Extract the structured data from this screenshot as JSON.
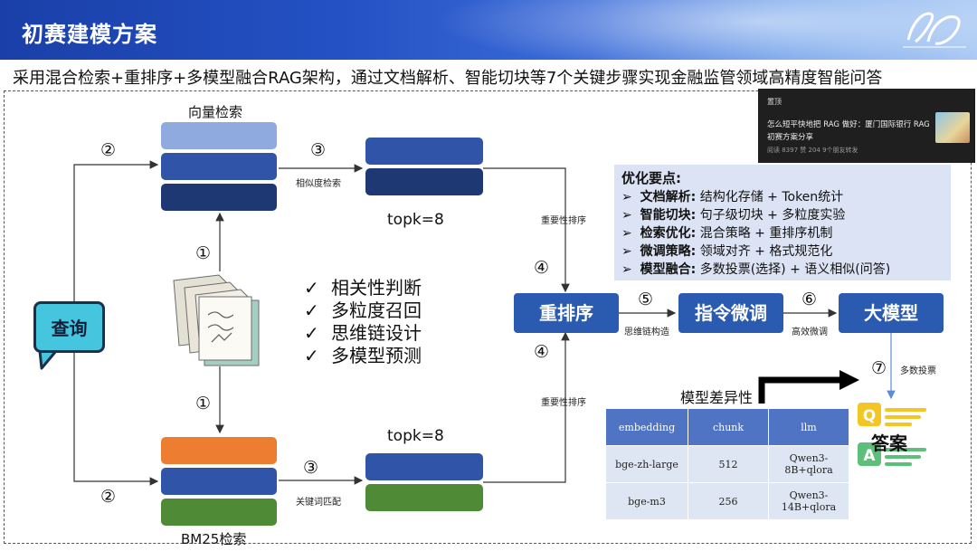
{
  "header": {
    "title": "初赛建模方案"
  },
  "subtitle": "采用混合检索+重排序+多模型融合RAG架构，通过文档解析、智能切块等7个关键步骤实现金融监管领域高精度智能问答",
  "labels": {
    "vector_retrieval": "向量检索",
    "bm25_retrieval": "BM25检索",
    "topk_top": "topk=8",
    "topk_bottom": "topk=8",
    "similarity_search": "相似度检索",
    "keyword_match": "关键词匹配",
    "importance_rank_top": "重要性排序",
    "importance_rank_bottom": "重要性排序",
    "cot_construct": "思维链构造",
    "efficient_ft": "高效微调",
    "majority_vote": "多数投票",
    "model_diff": "模型差异性",
    "answer": "答案"
  },
  "steps": {
    "s1_top": "①",
    "s1_bottom": "①",
    "s2_top": "②",
    "s2_bottom": "②",
    "s3_top": "③",
    "s3_bottom": "③",
    "s4_top": "④",
    "s4_bottom": "④",
    "s5": "⑤",
    "s6": "⑥",
    "s7": "⑦"
  },
  "query": "查询",
  "pipeline": {
    "rerank": "重排序",
    "instruct_ft": "指令微调",
    "llm": "大模型"
  },
  "checklist": [
    "相关性判断",
    "多粒度召回",
    "思维链设计",
    "多模型预测"
  ],
  "checkmark": "✓",
  "optimization": {
    "heading": "优化要点:",
    "bullet": "➢",
    "items": [
      {
        "key": "文档解析:",
        "text": "结构化存储 + Token统计"
      },
      {
        "key": "智能切块:",
        "text": "句子级切块 + 多粒度实验"
      },
      {
        "key": "检索优化:",
        "text": "混合策略 + 重排序机制"
      },
      {
        "key": "微调策略:",
        "text": "领域对齐 + 格式规范化"
      },
      {
        "key": "模型融合:",
        "text": "多数投票(选择) + 语义相似(问答)"
      }
    ]
  },
  "article": {
    "tag": "置顶",
    "title": "怎么短平快地把 RAG 做好：厦门国际银行 RAG 初赛方案分享",
    "stats": "阅读 8397  赞 204  9个朋友转发"
  },
  "model_table": {
    "headers": [
      "embedding",
      "chunk",
      "llm"
    ],
    "rows": [
      [
        "bge-zh-large",
        "512",
        "Qwen3-8B+qlora"
      ],
      [
        "bge-m3",
        "256",
        "Qwen3-14B+qlora"
      ]
    ]
  },
  "colors": {
    "light_blue": "#8eaadf",
    "mid_blue": "#2f54a8",
    "dark_blue": "#1e3874",
    "orange": "#ed7d31",
    "green": "#4f8a36",
    "process_box": "#2a5bb0",
    "query_fill": "#46c6de"
  }
}
